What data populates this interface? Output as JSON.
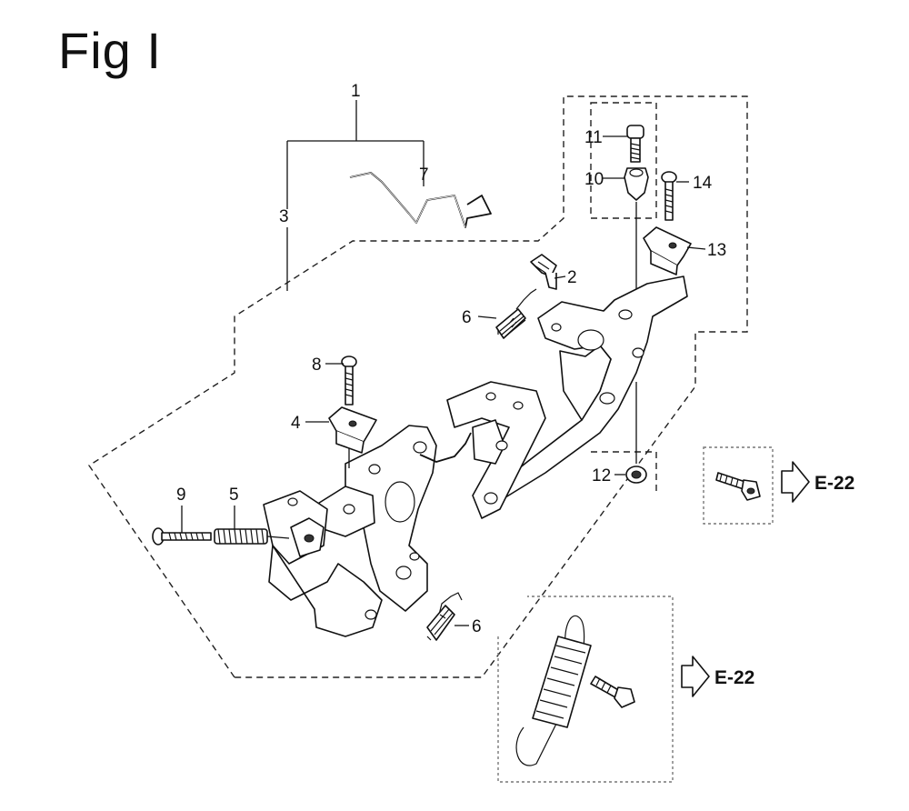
{
  "figure": {
    "title": "Fig I"
  },
  "callouts": {
    "c1": "1",
    "c2": "2",
    "c3": "3",
    "c4": "4",
    "c5": "5",
    "c6a": "6",
    "c6b": "6",
    "c7": "7",
    "c8": "8",
    "c9": "9",
    "c10": "10",
    "c11": "11",
    "c12": "12",
    "c13": "13",
    "c14": "14"
  },
  "references": {
    "upper": "E-22",
    "lower": "E-22"
  },
  "icons": {
    "reference_arrow": "outline-right-arrow-icon"
  }
}
